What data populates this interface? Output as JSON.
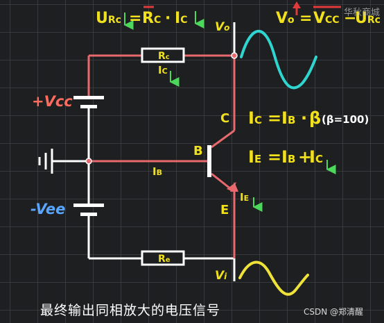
{
  "equations": {
    "urc": {
      "main": "U",
      "sub": "Rc",
      "eq": "=",
      "r": "R",
      "r_sub": "C",
      "dot": "·",
      "i": "I",
      "i_sub": "C"
    },
    "vo": {
      "main": "V",
      "sub": "o",
      "eq": "=",
      "vcc": "V",
      "vcc_sub": "CC",
      "minus": "−",
      "u": "U",
      "u_sub": "Rc"
    },
    "ic": {
      "i": "I",
      "i_sub": "C",
      "eq": "=",
      "ib": "I",
      "ib_sub": "B",
      "dot": "·",
      "beta": "β",
      "note": "(β=100)"
    },
    "ie": {
      "i": "I",
      "i_sub": "E",
      "eq": "=",
      "ib": "I",
      "ib_sub": "B",
      "plus": "+",
      "ic": "I",
      "ic_sub": "C"
    }
  },
  "labels": {
    "vcc": "+Vcc",
    "vee": "-Vee",
    "rc_main": "R",
    "rc_sub": "c",
    "re_main": "R",
    "re_sub": "e",
    "ic_main": "I",
    "ic_sub": "C",
    "ib_main": "I",
    "ib_sub": "B",
    "ie_main": "I",
    "ie_sub": "E",
    "c": "C",
    "b": "B",
    "e": "E",
    "vo_main": "V",
    "vo_sub": "o",
    "vi_main": "V",
    "vi_sub": "i"
  },
  "caption": "最终输出同相放大的电压信号",
  "watermark_top": "华秋商城",
  "watermark_bottom": "CSDN @郑清醒",
  "colors": {
    "wire_active": "#e86a6e",
    "wire": "#ffffff",
    "accent_yellow": "#f1e11c",
    "arrow_green": "#4cd85a",
    "wave_out": "#2fd6d0",
    "wave_in": "#efe33a",
    "vcc": "#ff6b5f",
    "vee": "#58a6ff"
  }
}
